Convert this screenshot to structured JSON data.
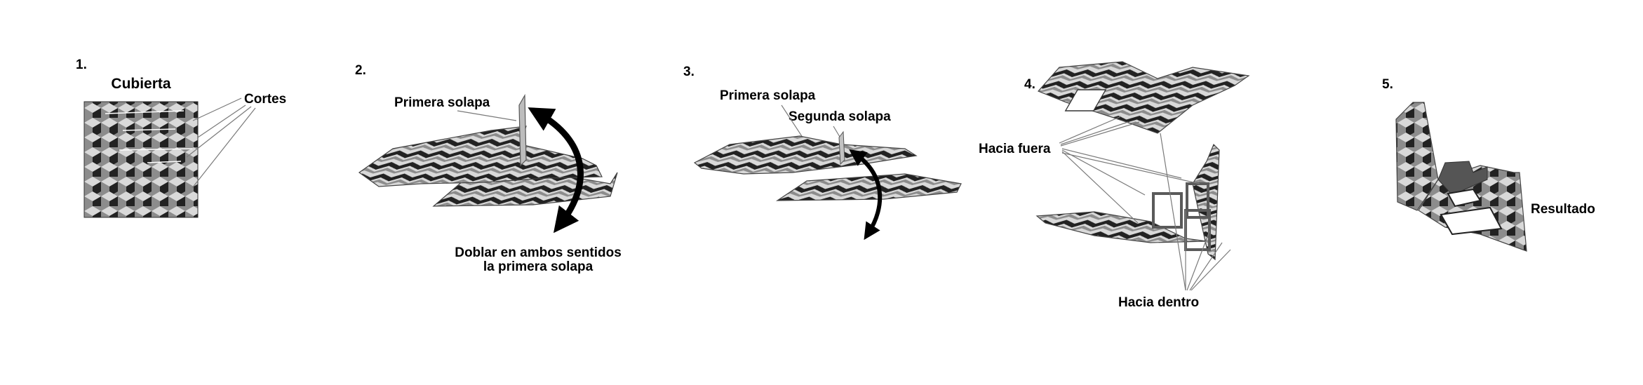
{
  "steps": [
    {
      "number": "1.",
      "title": "Cubierta",
      "callout": "Cortes"
    },
    {
      "number": "2.",
      "callout": "Primera solapa",
      "caption_line1": "Doblar en ambos sentidos",
      "caption_line2": "la primera solapa"
    },
    {
      "number": "3.",
      "callout1": "Primera solapa",
      "callout2": "Segunda solapa"
    },
    {
      "number": "4.",
      "callout_out": "Hacia fuera",
      "callout_in": "Hacia dentro"
    },
    {
      "number": "5.",
      "callout": "Resultado"
    }
  ],
  "colors": {
    "text": "#000000",
    "pattern_dark": "#222222",
    "pattern_mid": "#8c8c8c",
    "pattern_light": "#d9d9d9",
    "leader": "#7a7a7a"
  },
  "icons": [
    "double-arrow-icon",
    "cube-pattern-icon"
  ]
}
